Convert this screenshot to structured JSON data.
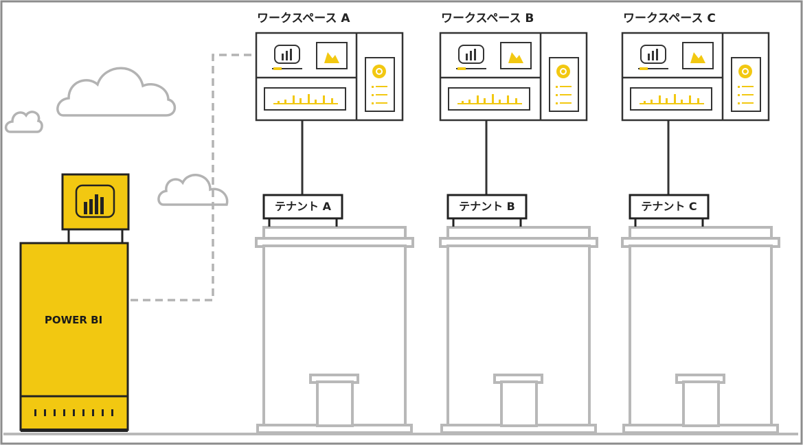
{
  "powerbi": {
    "label": "POWER BI",
    "accent_color": "#f2c811",
    "icon": "powerbi-logo-icon"
  },
  "workspaces": [
    {
      "label": "ワークスペース A",
      "tenant": "テナント A"
    },
    {
      "label": "ワークスペース B",
      "tenant": "テナント B"
    },
    {
      "label": "ワークスペース C",
      "tenant": "テナント C"
    }
  ],
  "colors": {
    "accent": "#f2c811",
    "outline": "#333333",
    "building": "#b8b8b8",
    "cloud": "#b3b3b3"
  }
}
